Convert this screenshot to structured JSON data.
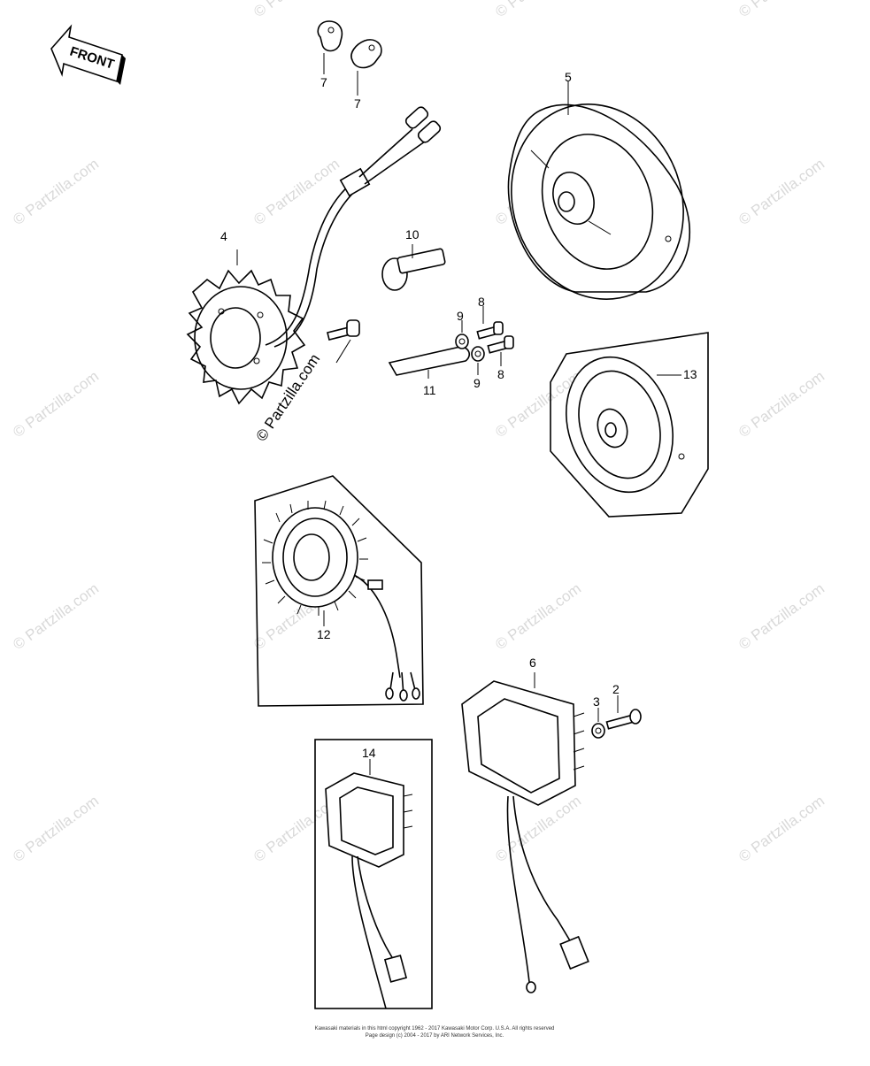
{
  "diagram": {
    "front_arrow_text": "FRONT",
    "labels": [
      "7",
      "7",
      "5",
      "4",
      "10",
      "8",
      "9",
      "9",
      "8",
      "11",
      "13",
      "12",
      "6",
      "3",
      "2",
      "14"
    ],
    "watermark_text": "© Partzilla.com",
    "copyright_lines": [
      "Kawasaki materials in this html copyright 1962 - 2017 Kawasaki Motor Corp. U.S.A. All rights reserved",
      "Page design (c) 2004 - 2017 by ARI Network Services, Inc."
    ]
  }
}
